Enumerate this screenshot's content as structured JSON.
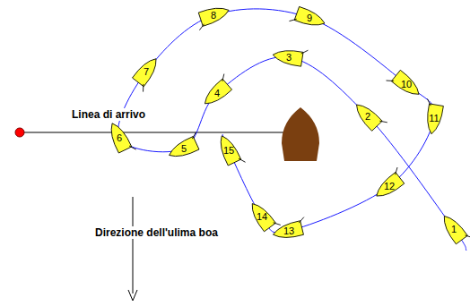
{
  "diagram": {
    "nodes": [
      {
        "text": [
          "1"
        ]
      },
      {
        "text": [
          "2"
        ]
      },
      {
        "text": [
          "3"
        ]
      },
      {
        "text": [
          "4"
        ]
      },
      {
        "text": [
          "5"
        ]
      },
      {
        "text": [
          "6"
        ]
      },
      {
        "text": [
          "7"
        ]
      },
      {
        "text": [
          "8"
        ]
      },
      {
        "text": [
          "9"
        ]
      },
      {
        "text": [
          "10"
        ]
      },
      {
        "text": [
          "11"
        ]
      },
      {
        "text": [
          "12"
        ]
      },
      {
        "text": [
          "13"
        ]
      },
      {
        "text": [
          "14"
        ]
      },
      {
        "text": [
          "15"
        ]
      }
    ],
    "labels": [
      "Linea di arrivo",
      "Direzione dell'ulima boa"
    ]
  }
}
